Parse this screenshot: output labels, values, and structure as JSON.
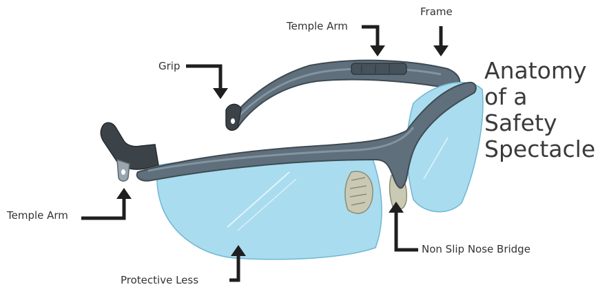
{
  "title": {
    "line1": "Anatomy",
    "line2": "of a Safety",
    "line3": "Spectacle"
  },
  "labels": {
    "frame": "Frame",
    "temple_arm_top": "Temple Arm",
    "grip": "Grip",
    "temple_arm_left": "Temple Arm",
    "non_slip_nose_bridge": "Non Slip Nose Bridge",
    "protective_lens": "Protective Less"
  },
  "colors": {
    "frame": "#5f6f7b",
    "frame_highlight": "#8394a1",
    "lens": "#a9dcee",
    "lens_dark": "#7fc4dd",
    "grip": "#3c4348",
    "arrow": "#1f1f1f",
    "nose_pad": "#c9c9b4"
  }
}
